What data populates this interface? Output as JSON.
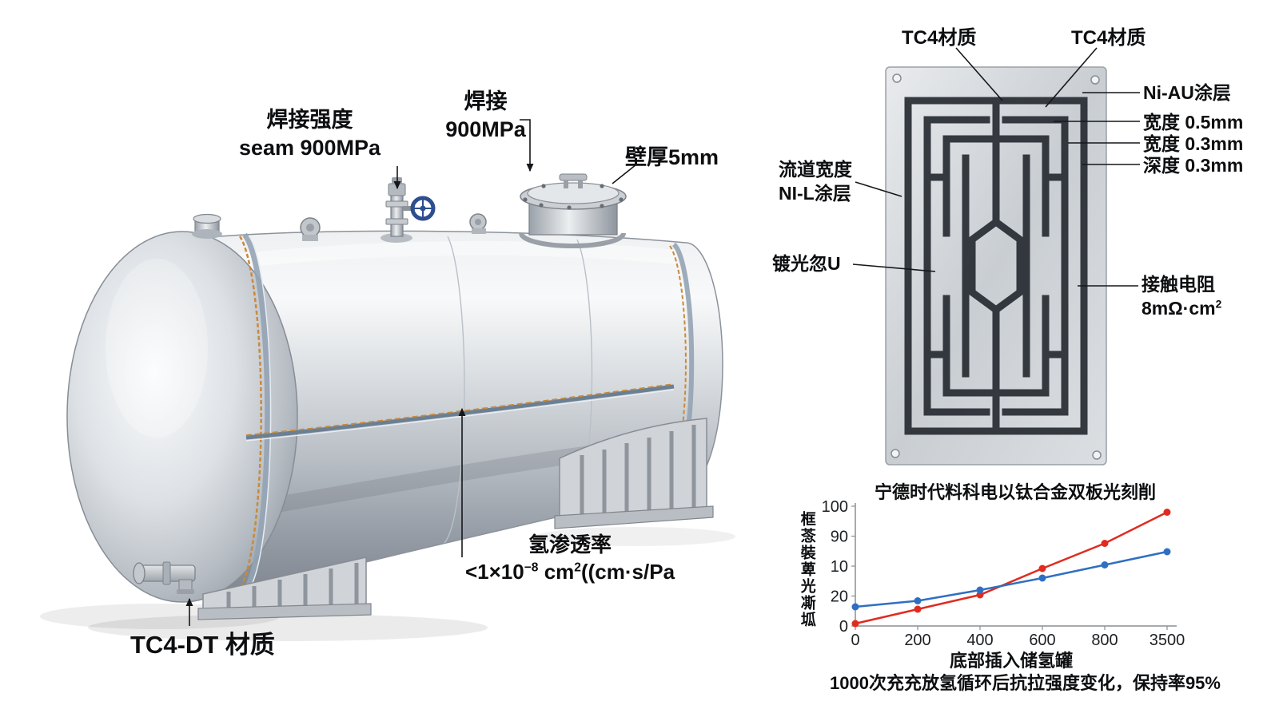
{
  "tank": {
    "weld_strength_line1": "焊接强度",
    "weld_strength_line2": "seam 900MPa",
    "weld_line1": "焊接",
    "weld_line2": "900MPa",
    "wall_thickness": "壁厚5mm",
    "permeability_title": "氢渗透率",
    "permeability_f1": "<1×10",
    "permeability_sup1": "−8",
    "permeability_f2": " cm",
    "permeability_sup2": "2",
    "permeability_f3": "((cm·s/Pa",
    "material": "TC4-DT 材质"
  },
  "plate": {
    "tc4_left": "TC4材质",
    "tc4_right": "TC4材质",
    "ni_au_coating": "Ni-AU涂层",
    "width_05": "宽度 0.5mm",
    "width_03": "宽度 0.3mm",
    "depth_03": "深度 0.3mm",
    "channel_width_line1": "流道宽度",
    "channel_width_line2": "NI-L涂层",
    "plating": "镀光忽U",
    "contact_line1": "接触电阻",
    "contact_value": "8mΩ·cm",
    "contact_sup": "2"
  },
  "chart_data": {
    "type": "line",
    "title": "宁德时代料科电以钛合金双板光刻削",
    "x_ticks": [
      "0",
      "200",
      "400",
      "600",
      "800",
      "3500"
    ],
    "y_ticks": [
      "0",
      "20",
      "10",
      "90",
      "100"
    ],
    "ylim": [
      0,
      100
    ],
    "x_axis_label": "底部插入储氢罐",
    "y_axis_label": "框菍裝萆光凘坬",
    "caption": "1000次充充放氢循环后抗拉强度变化，保持率95%",
    "grid": false,
    "legend": "none",
    "series": [
      {
        "name": "red-series",
        "color": "#e02b20",
        "values": [
          2,
          14,
          26,
          48,
          69,
          95
        ]
      },
      {
        "name": "blue-series",
        "color": "#2f6fc1",
        "values": [
          16,
          21,
          30,
          40,
          51,
          62
        ]
      }
    ]
  }
}
